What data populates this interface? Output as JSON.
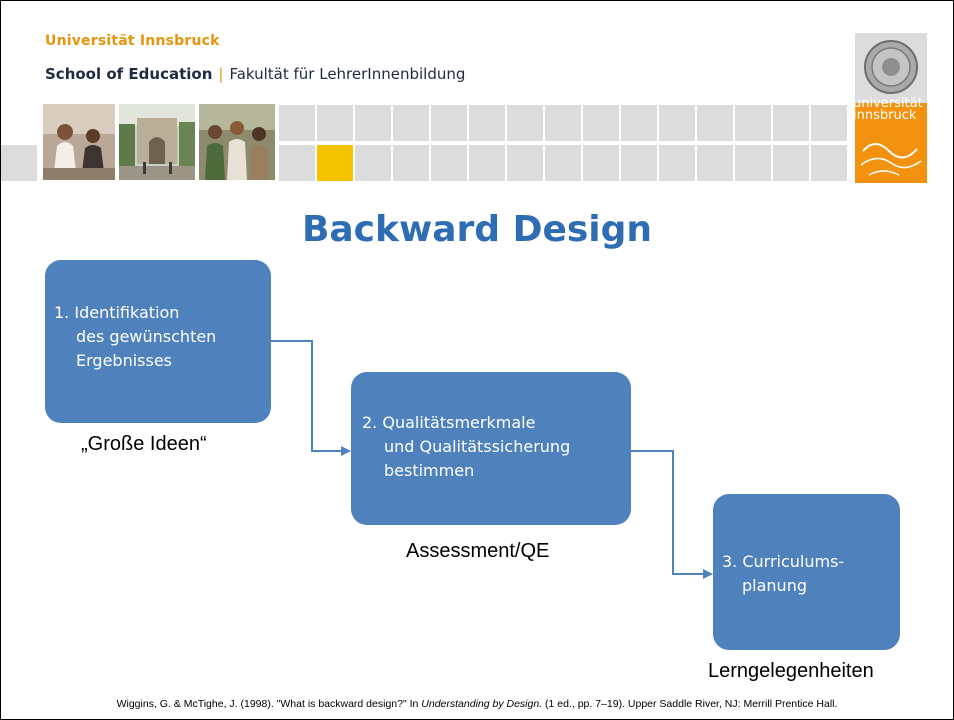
{
  "header": {
    "university": "Universität Innsbruck",
    "school": "School of Education",
    "separator": "|",
    "faculty": "Fakultät für LehrerInnenbildung",
    "logo_text_line1": "universität",
    "logo_text_line2": "innsbruck"
  },
  "title": "Backward Design",
  "steps": [
    {
      "lines": [
        "1. Identifikation",
        "des gewünschten",
        "Ergebnisses"
      ],
      "caption": "„Große Ideen“"
    },
    {
      "lines": [
        "2. Qualitätsmerkmale",
        "und Qualitätssicherung",
        "bestimmen"
      ],
      "caption": "Assessment/QE"
    },
    {
      "lines": [
        "3. Curriculums-",
        "planung"
      ],
      "caption": "Lerngelegenheiten"
    }
  ],
  "citation": {
    "before": "Wiggins, G. & McTighe, J. (1998). \"What is backward design?\" In ",
    "book": "Understanding by Design.",
    "after": " (1 ed., pp. 7–19). Upper Saddle River, NJ: Merrill Prentice Hall."
  },
  "colors": {
    "accent_orange": "#e8940d",
    "title_blue": "#2e6db4",
    "box_blue": "#4f81bd",
    "tile_grey": "#dcdcdc",
    "tile_yellow": "#f5c400"
  }
}
